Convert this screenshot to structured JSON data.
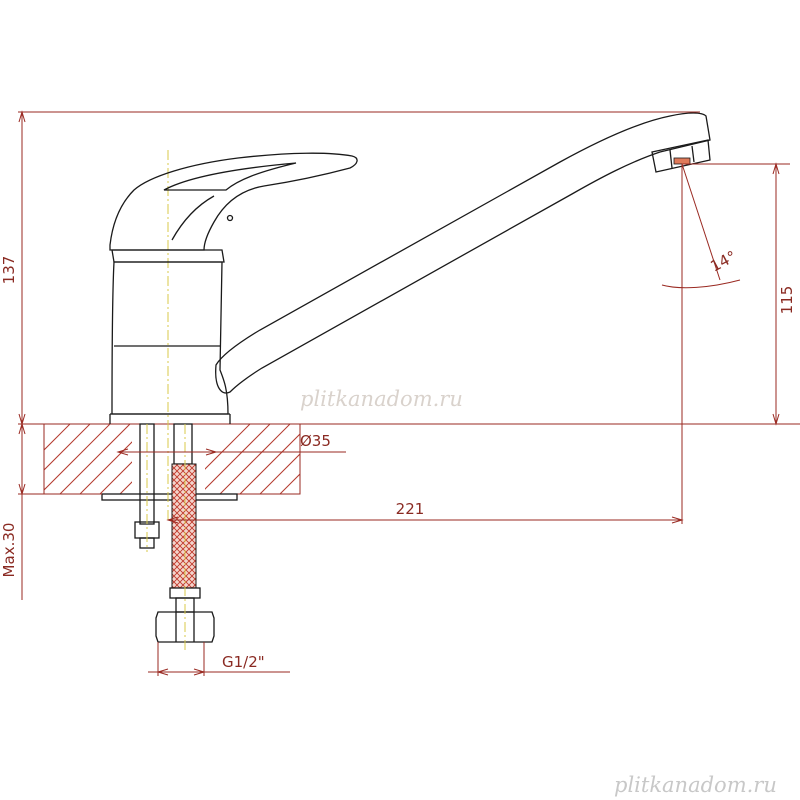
{
  "dimensions": {
    "height_total": "137",
    "spout_height": "115",
    "hole_diameter": "Ø35",
    "spout_reach": "221",
    "max_thickness": "Max.30",
    "thread": "G1/2\"",
    "angle": "14°"
  },
  "watermarks": {
    "center": "plitkanadom.ru",
    "bottom_right": "plitkanadom.ru"
  },
  "colors": {
    "outline": "#1a1a1a",
    "dimension": "#9a2a22",
    "hatch": "#b33a2e",
    "axis": "#d8c94a",
    "watermark_center": "#d9d2cc",
    "watermark_bottom": "#c8c8c8"
  }
}
